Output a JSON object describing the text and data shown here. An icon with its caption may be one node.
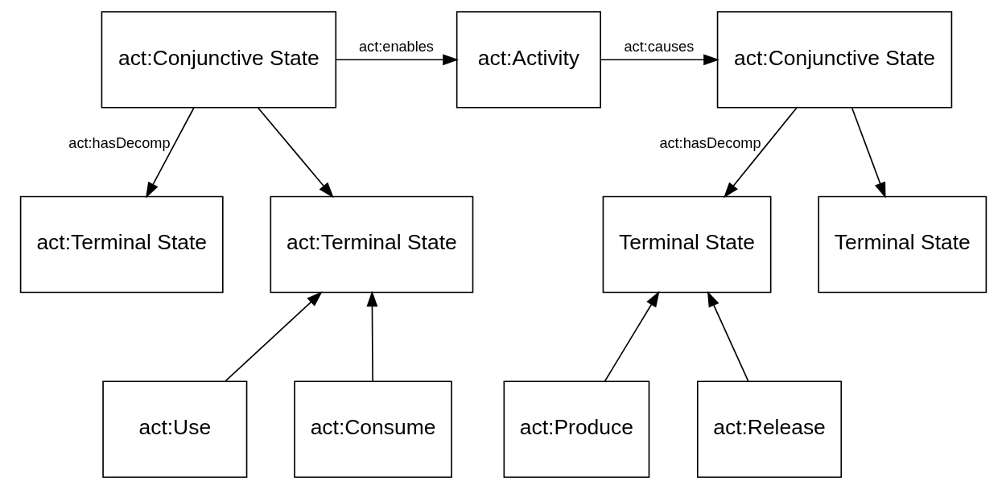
{
  "diagram": {
    "nodes": [
      {
        "text": [
          "act:Conjunctive State"
        ]
      },
      {
        "text": [
          "act:Activity"
        ]
      },
      {
        "text": [
          "act:Conjunctive State"
        ]
      },
      {
        "text": [
          "act:Terminal State"
        ]
      },
      {
        "text": [
          "act:Terminal State"
        ]
      },
      {
        "text": [
          "Terminal State"
        ]
      },
      {
        "text": [
          "Terminal State"
        ]
      },
      {
        "text": [
          "act:Use"
        ]
      },
      {
        "text": [
          "act:Consume"
        ]
      },
      {
        "text": [
          "act:Produce"
        ]
      },
      {
        "text": [
          "act:Release"
        ]
      }
    ],
    "edges": [
      {
        "from": 0,
        "to": 1,
        "arrow": "to",
        "label": "act:enables"
      },
      {
        "from": 1,
        "to": 2,
        "arrow": "to",
        "label": "act:causes"
      },
      {
        "from": 0,
        "to": 3,
        "arrow": "to",
        "label": "act:hasDecomp"
      },
      {
        "from": 0,
        "to": 4,
        "arrow": "to"
      },
      {
        "from": 2,
        "to": 5,
        "arrow": "to",
        "label": "act:hasDecomp"
      },
      {
        "from": 2,
        "to": 6,
        "arrow": "to"
      },
      {
        "from": 7,
        "to": 4,
        "arrow": "to"
      },
      {
        "from": 8,
        "to": 4,
        "arrow": "to"
      },
      {
        "from": 9,
        "to": 5,
        "arrow": "to"
      },
      {
        "from": 10,
        "to": 5,
        "arrow": "to"
      }
    ]
  }
}
